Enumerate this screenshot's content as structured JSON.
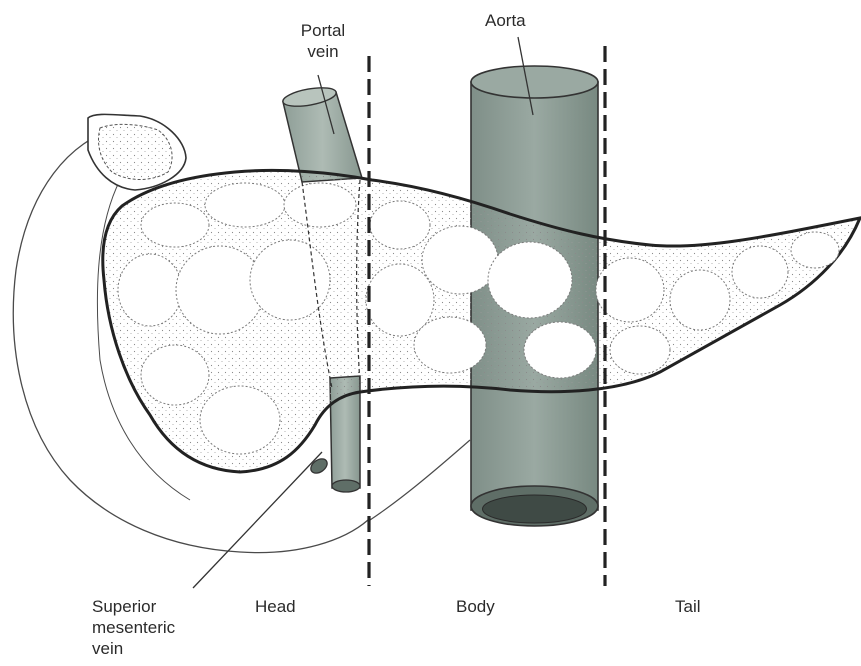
{
  "labels": {
    "portal_vein_line1": "Portal",
    "portal_vein_line2": "vein",
    "aorta": "Aorta",
    "smv_line1": "Superior",
    "smv_line2": "mesenteric",
    "smv_line3": "vein",
    "head": "Head",
    "body": "Body",
    "tail": "Tail"
  },
  "colors": {
    "vessel_fill": "#8a9a92",
    "vessel_light": "#b8c4bd",
    "outline": "#3a3a3a",
    "stipple": "#6d6d6d",
    "background": "#ffffff"
  }
}
